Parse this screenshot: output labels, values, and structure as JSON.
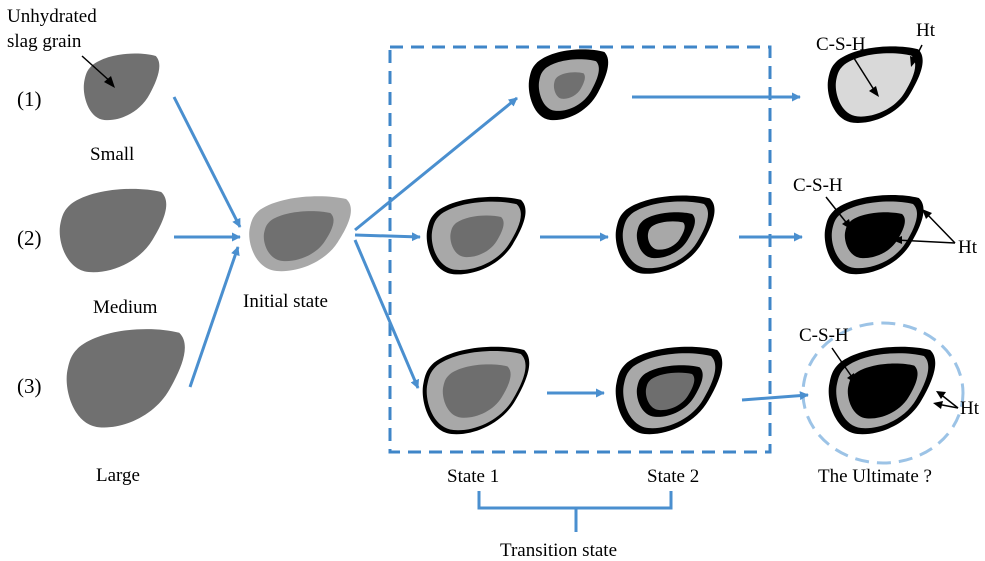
{
  "labels": {
    "unhydrated_line1": "Unhydrated",
    "unhydrated_line2": "slag grain",
    "row1": "(1)",
    "row2": "(2)",
    "row3": "(3)",
    "small": "Small",
    "medium": "Medium",
    "large": "Large",
    "initial_state": "Initial state",
    "state1": "State 1",
    "state2": "State 2",
    "ultimate": "The Ultimate ?",
    "transition": "Transition state",
    "csh": "C-S-H",
    "ht": "Ht"
  },
  "colors": {
    "arrow": "#4a8fcf",
    "box": "#3f86c8",
    "ellipse": "#9cc3e6",
    "slag": "#707070",
    "core": "#6e6e6e",
    "csh_layer": "#a8a8a8",
    "light_core": "#d9d9d9",
    "ht": "#000000"
  }
}
